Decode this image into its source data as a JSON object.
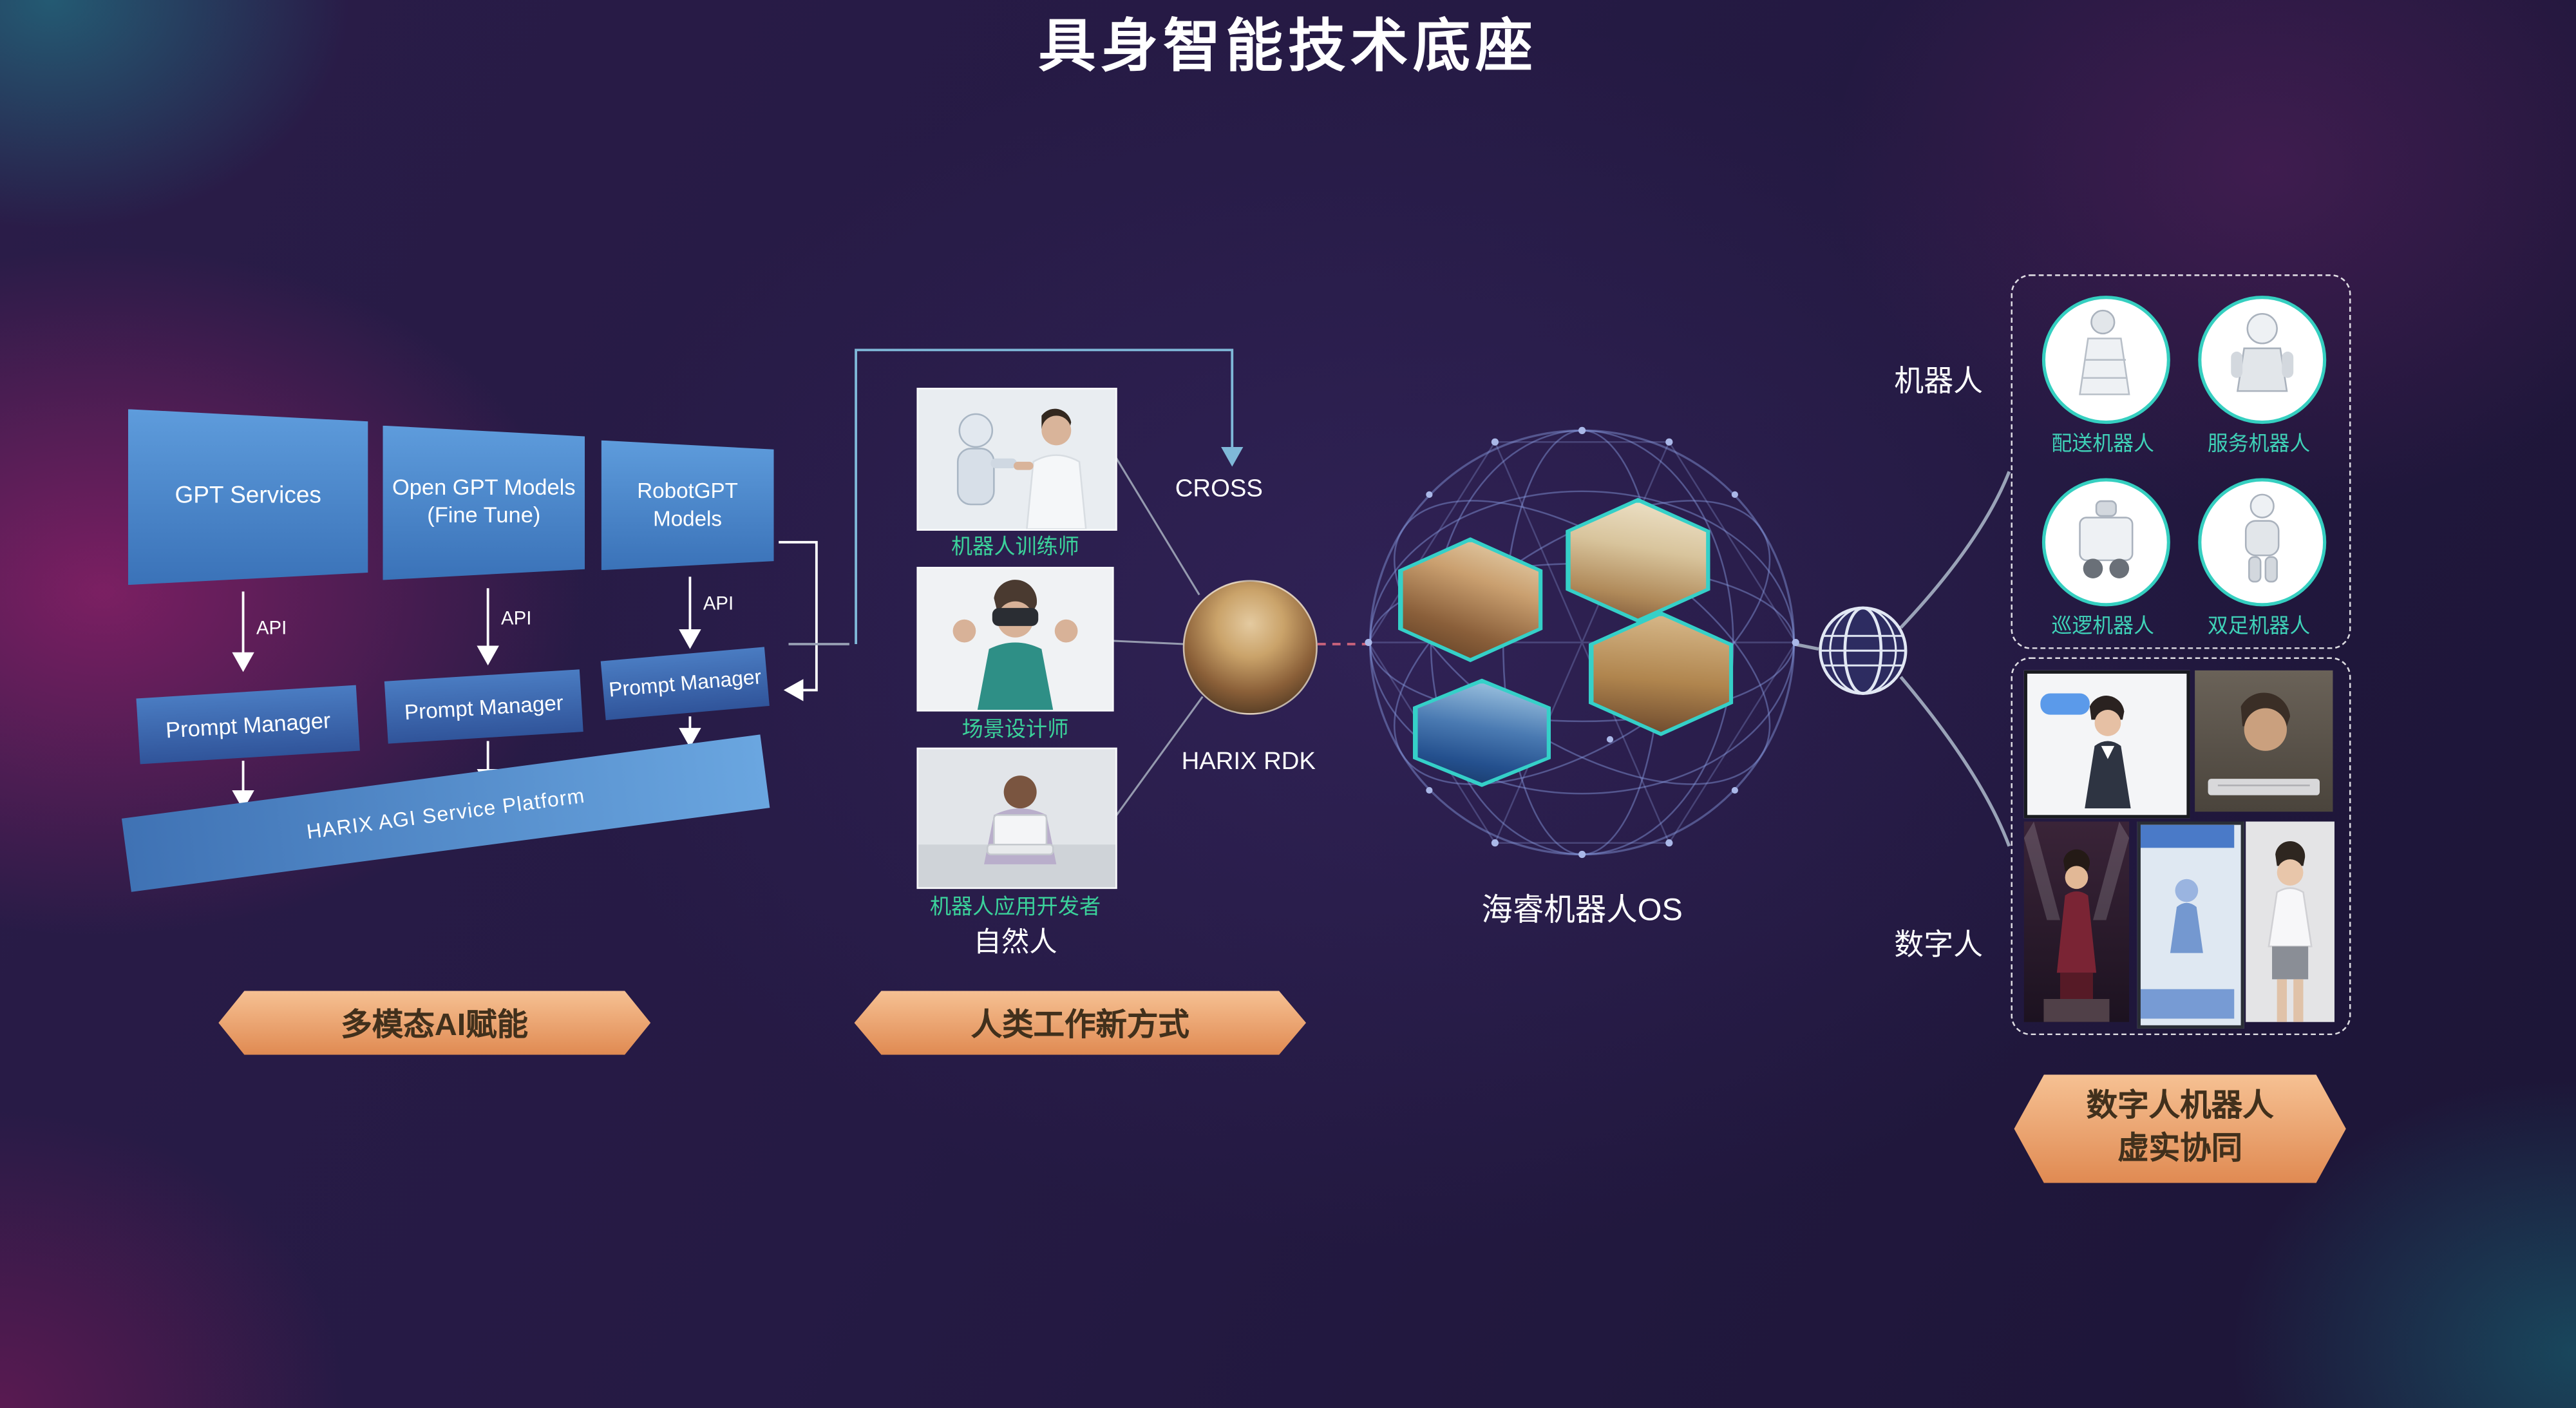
{
  "title": "具身智能技术底座",
  "left": {
    "gpt_boxes": [
      {
        "label": "GPT Services"
      },
      {
        "label": "Open GPT Models\n(Fine Tune)"
      },
      {
        "label": "RobotGPT Models"
      }
    ],
    "api_label": "API",
    "prompt_managers": [
      {
        "label": "Prompt Manager"
      },
      {
        "label": "Prompt Manager"
      },
      {
        "label": "Prompt Manager"
      }
    ],
    "platform_label": "HARIX AGI Service Platform",
    "banner": "多模态AI赋能"
  },
  "middle": {
    "photos": [
      {
        "caption": "机器人训练师"
      },
      {
        "caption": "场景设计师"
      },
      {
        "caption": "机器人应用开发者"
      }
    ],
    "group_label": "自然人",
    "cross_label": "CROSS",
    "rdk_label": "HARIX RDK",
    "banner": "人类工作新方式"
  },
  "center": {
    "os_label": "海睿机器人OS"
  },
  "right": {
    "robots_label": "机器人",
    "robot_items": [
      {
        "label": "配送机器人"
      },
      {
        "label": "服务机器人"
      },
      {
        "label": "巡逻机器人"
      },
      {
        "label": "双足机器人"
      }
    ],
    "digital_label": "数字人",
    "banner": "数字人机器人\n虚实协同"
  },
  "colors": {
    "background_purple": "#251a44",
    "glow_magenta": "#cd237d",
    "glow_teal": "#19c8be",
    "box_blue": "#4a86cc",
    "banner_orange": "#eda06a",
    "caption_green": "#3bd29b",
    "robot_caption_teal": "#3fd2b8",
    "hex_border_teal": "#35d0c8"
  }
}
